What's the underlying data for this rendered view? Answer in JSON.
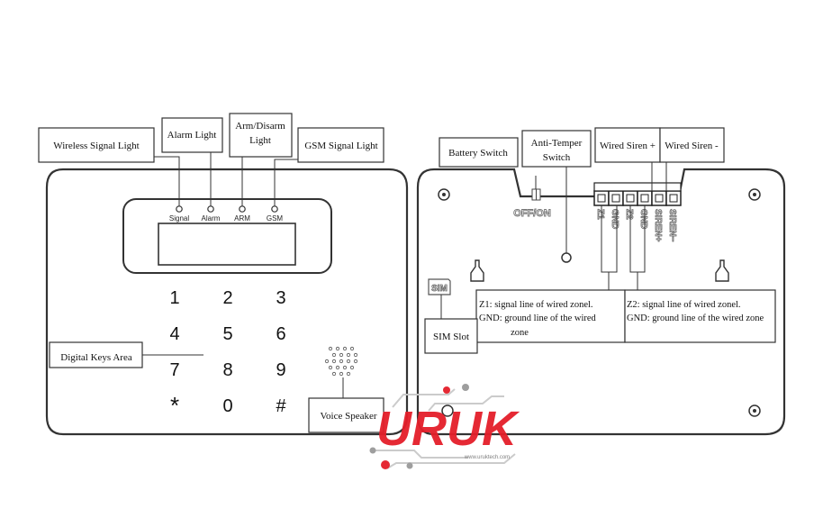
{
  "front_panel": {
    "leds": [
      "Signal",
      "Alarm",
      "ARM",
      "GSM"
    ],
    "keys": [
      "1",
      "2",
      "3",
      "4",
      "5",
      "6",
      "7",
      "8",
      "9",
      "*",
      "0",
      "#"
    ]
  },
  "front_callouts": {
    "wireless": "Wireless Signal Light",
    "alarm": "Alarm Light",
    "arm_line1": "Arm/Disarm",
    "arm_line2": "Light",
    "gsm": "GSM Signal Light",
    "keys": "Digital Keys Area",
    "speaker": "Voice Speaker"
  },
  "back_panel": {
    "switch_label": "OFF/ON",
    "sim_label": "SIM",
    "terminals": [
      "Z1",
      "GND",
      "Z2",
      "GND",
      "SIREN+",
      "SIREN−"
    ]
  },
  "back_callouts": {
    "battery": "Battery Switch",
    "tamper_line1": "Anti-Temper",
    "tamper_line2": "Switch",
    "siren_plus": "Wired Siren +",
    "siren_minus": "Wired Siren -",
    "sim": "SIM Slot",
    "z1_line1": "Z1: signal line of wired zonel.",
    "z1_line2": "GND: ground line of the wired",
    "z1_line3": "zone",
    "z2_line1": "Z2: signal line of wired zonel.",
    "z2_line2": "GND: ground line of the wired zone"
  },
  "logo": {
    "text": "URUK",
    "url": "www.uruktech.com",
    "color": "#e41e2a"
  }
}
